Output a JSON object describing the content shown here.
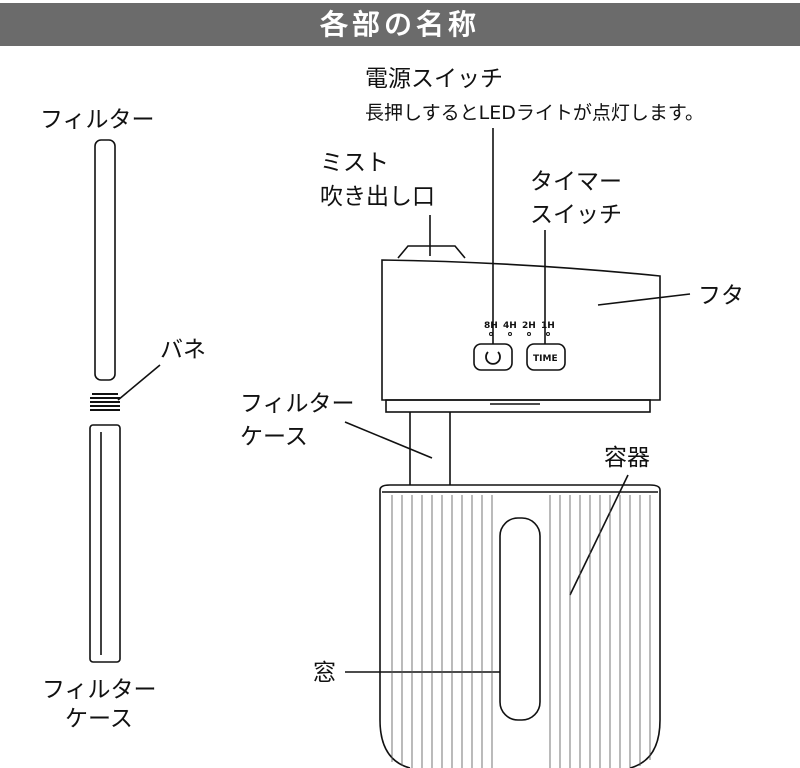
{
  "header": {
    "title": "各部の名称"
  },
  "labels": {
    "filter": "フィルター",
    "spring": "バネ",
    "filter_case_left_1": "フィルター",
    "filter_case_left_2": "ケース",
    "power_switch": "電源スイッチ",
    "power_note": "長押しするとLEDライトが点灯します。",
    "mist_1": "ミスト",
    "mist_2": "吹き出し口",
    "timer_1": "タイマー",
    "timer_2": "スイッチ",
    "lid": "フタ",
    "filter_case_1": "フィルター",
    "filter_case_2": "ケース",
    "container": "容器",
    "window": "窓"
  },
  "device": {
    "timer_marks": [
      "8H",
      "4H",
      "2H",
      "1H"
    ],
    "time_button": "TIME"
  }
}
